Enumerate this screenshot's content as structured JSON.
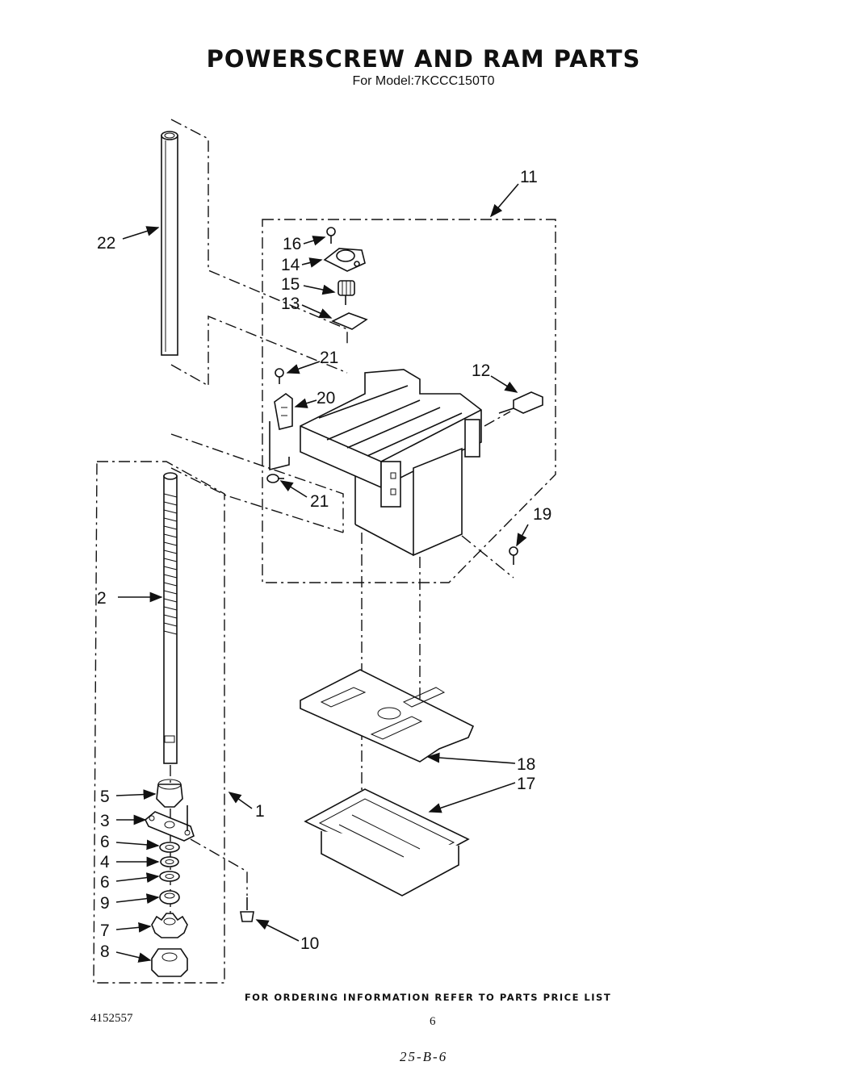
{
  "title": "POWERSCREW AND RAM PARTS",
  "subtitle": "For Model:7KCCC150T0",
  "footer_note": "FOR ORDERING INFORMATION REFER TO PARTS PRICE LIST",
  "doc_number": "4152557",
  "page_number": "6",
  "handwritten_note": "25-B-6",
  "callouts": {
    "c1": "1",
    "c2": "2",
    "c3": "3",
    "c4": "4",
    "c5": "5",
    "c6a": "6",
    "c6b": "6",
    "c7": "7",
    "c8": "8",
    "c9": "9",
    "c10": "10",
    "c11": "11",
    "c12": "12",
    "c13": "13",
    "c14": "14",
    "c15": "15",
    "c16": "16",
    "c17": "17",
    "c18": "18",
    "c19": "19",
    "c20": "20",
    "c21a": "21",
    "c21b": "21",
    "c22": "22"
  }
}
